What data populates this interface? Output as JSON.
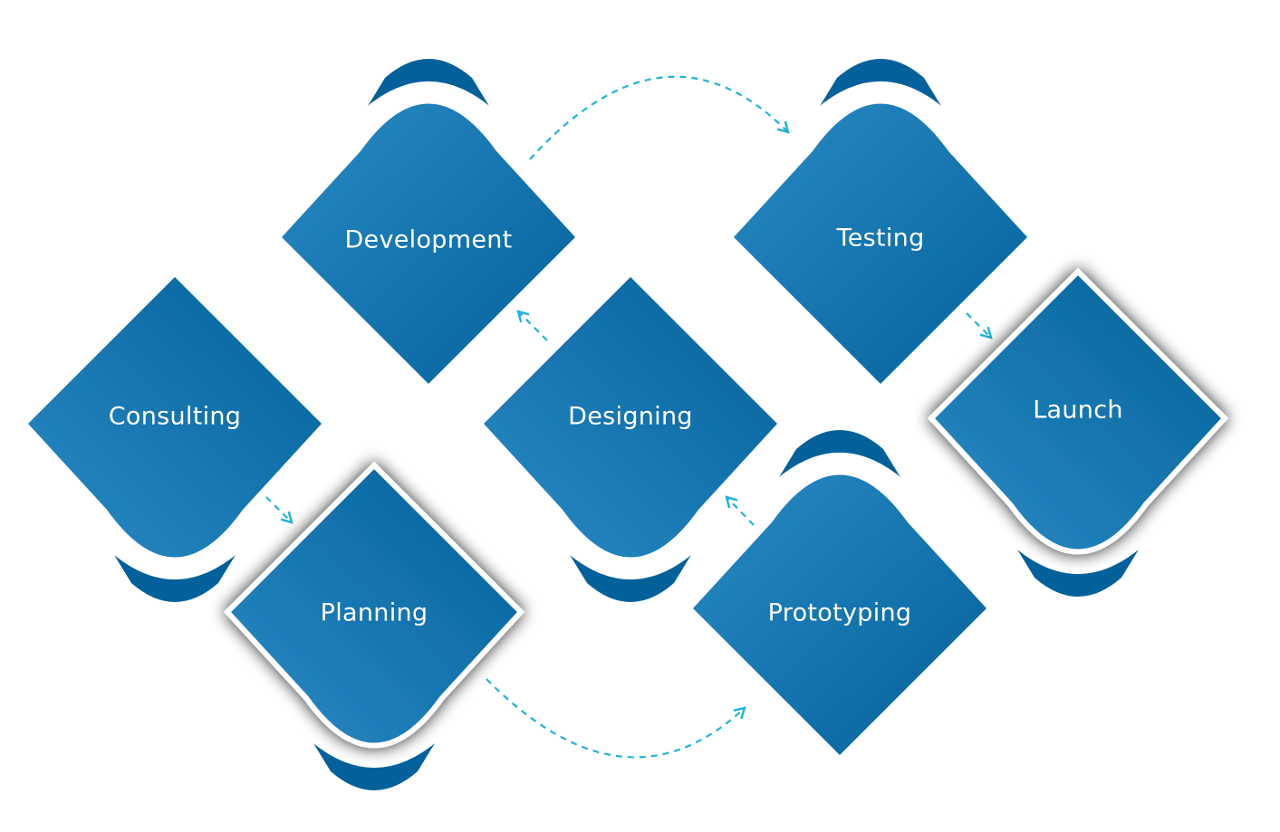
{
  "diagram": {
    "colors": {
      "shape_light": "#2a8ac4",
      "shape_dark": "#02619a",
      "arrow": "#1fb3d8",
      "label": "#ffffff",
      "background": "#ffffff"
    },
    "steps": [
      {
        "id": "consulting",
        "label": "Consulting"
      },
      {
        "id": "planning",
        "label": "Planning"
      },
      {
        "id": "development",
        "label": "Development"
      },
      {
        "id": "designing",
        "label": "Designing"
      },
      {
        "id": "prototyping",
        "label": "Prototyping"
      },
      {
        "id": "testing",
        "label": "Testing"
      },
      {
        "id": "launch",
        "label": "Launch"
      }
    ],
    "connections": [
      {
        "from": "consulting",
        "to": "planning"
      },
      {
        "from": "planning",
        "to": "prototyping"
      },
      {
        "from": "prototyping",
        "to": "designing"
      },
      {
        "from": "designing",
        "to": "development"
      },
      {
        "from": "development",
        "to": "testing"
      },
      {
        "from": "testing",
        "to": "launch"
      }
    ]
  }
}
